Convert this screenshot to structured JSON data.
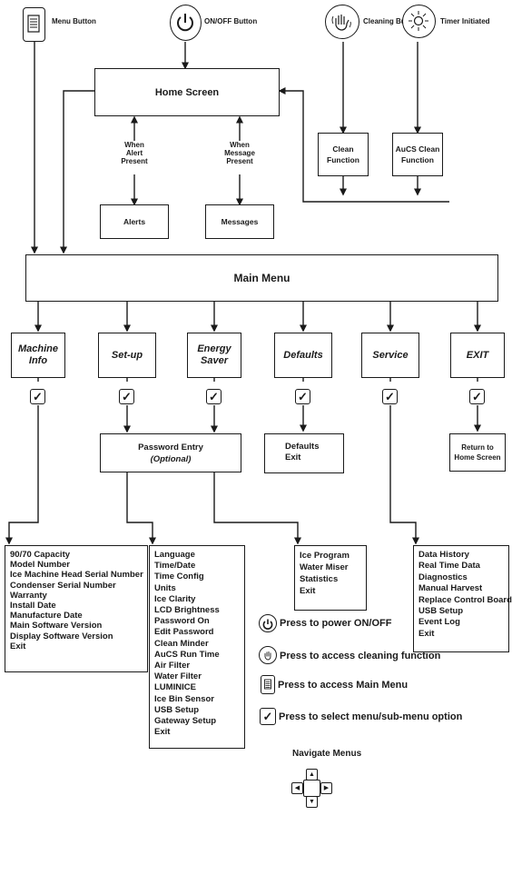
{
  "top_buttons": {
    "menu": "Menu Button",
    "power": "ON/OFF Button",
    "cleaning": "Cleaning Button",
    "timer": "Timer Initiated"
  },
  "home_screen": "Home Screen",
  "when_alert": [
    "When",
    "Alert",
    "Present"
  ],
  "when_message": [
    "When",
    "Message",
    "Present"
  ],
  "alerts": "Alerts",
  "messages": "Messages",
  "clean_function": [
    "Clean",
    "Function"
  ],
  "aucs_function": [
    "AuCS Clean",
    "Function"
  ],
  "main_menu": "Main Menu",
  "menus": {
    "machine_info": [
      "Machine",
      "Info"
    ],
    "setup": "Set-up",
    "energy_saver": [
      "Energy",
      "Saver"
    ],
    "defaults": "Defaults",
    "service": "Service",
    "exit": "EXIT"
  },
  "check_glyph": "✓",
  "password_entry": {
    "title": "Password Entry",
    "subtitle": "(Optional)"
  },
  "defaults_items": [
    "Defaults",
    "Exit"
  ],
  "return_home": [
    "Return to",
    "Home Screen"
  ],
  "machine_info_items": [
    "90/70 Capacity",
    "Model Number",
    "Ice Machine Head Serial Number",
    "Condenser Serial Number",
    "Warranty",
    "Install Date",
    "Manufacture Date",
    "Main Software Version",
    "Display Software Version",
    "Exit"
  ],
  "setup_items": [
    "Language",
    "Time/Date",
    "Time Config",
    "Units",
    "Ice Clarity",
    "LCD Brightness",
    "Password On",
    "Edit Password",
    "Clean Minder",
    "AuCS Run Time",
    "Air Filter",
    "Water Filter",
    "LUMINICE",
    "Ice Bin Sensor",
    "USB Setup",
    "Gateway Setup",
    "Exit"
  ],
  "energy_items": [
    "Ice Program",
    "Water Miser",
    "Statistics",
    "Exit"
  ],
  "service_items": [
    "Data History",
    "Real Time Data",
    "Diagnostics",
    "Manual Harvest",
    "Replace Control Board",
    "USB Setup",
    "Event Log",
    "Exit"
  ],
  "legend": {
    "power": "Press to power ON/OFF",
    "cleaning": "Press to access cleaning function",
    "menu": "Press to access Main Menu",
    "select": "Press to select menu/sub-menu option",
    "navigate": "Navigate Menus"
  },
  "icons": {
    "menu": "menu-list-icon",
    "power": "power-icon",
    "cleaning": "hand-wash-icon",
    "timer": "sun-timer-icon",
    "check": "checkmark-icon",
    "nav": [
      "arrow-up-icon",
      "arrow-left-icon",
      "arrow-right-icon",
      "arrow-down-icon"
    ]
  }
}
